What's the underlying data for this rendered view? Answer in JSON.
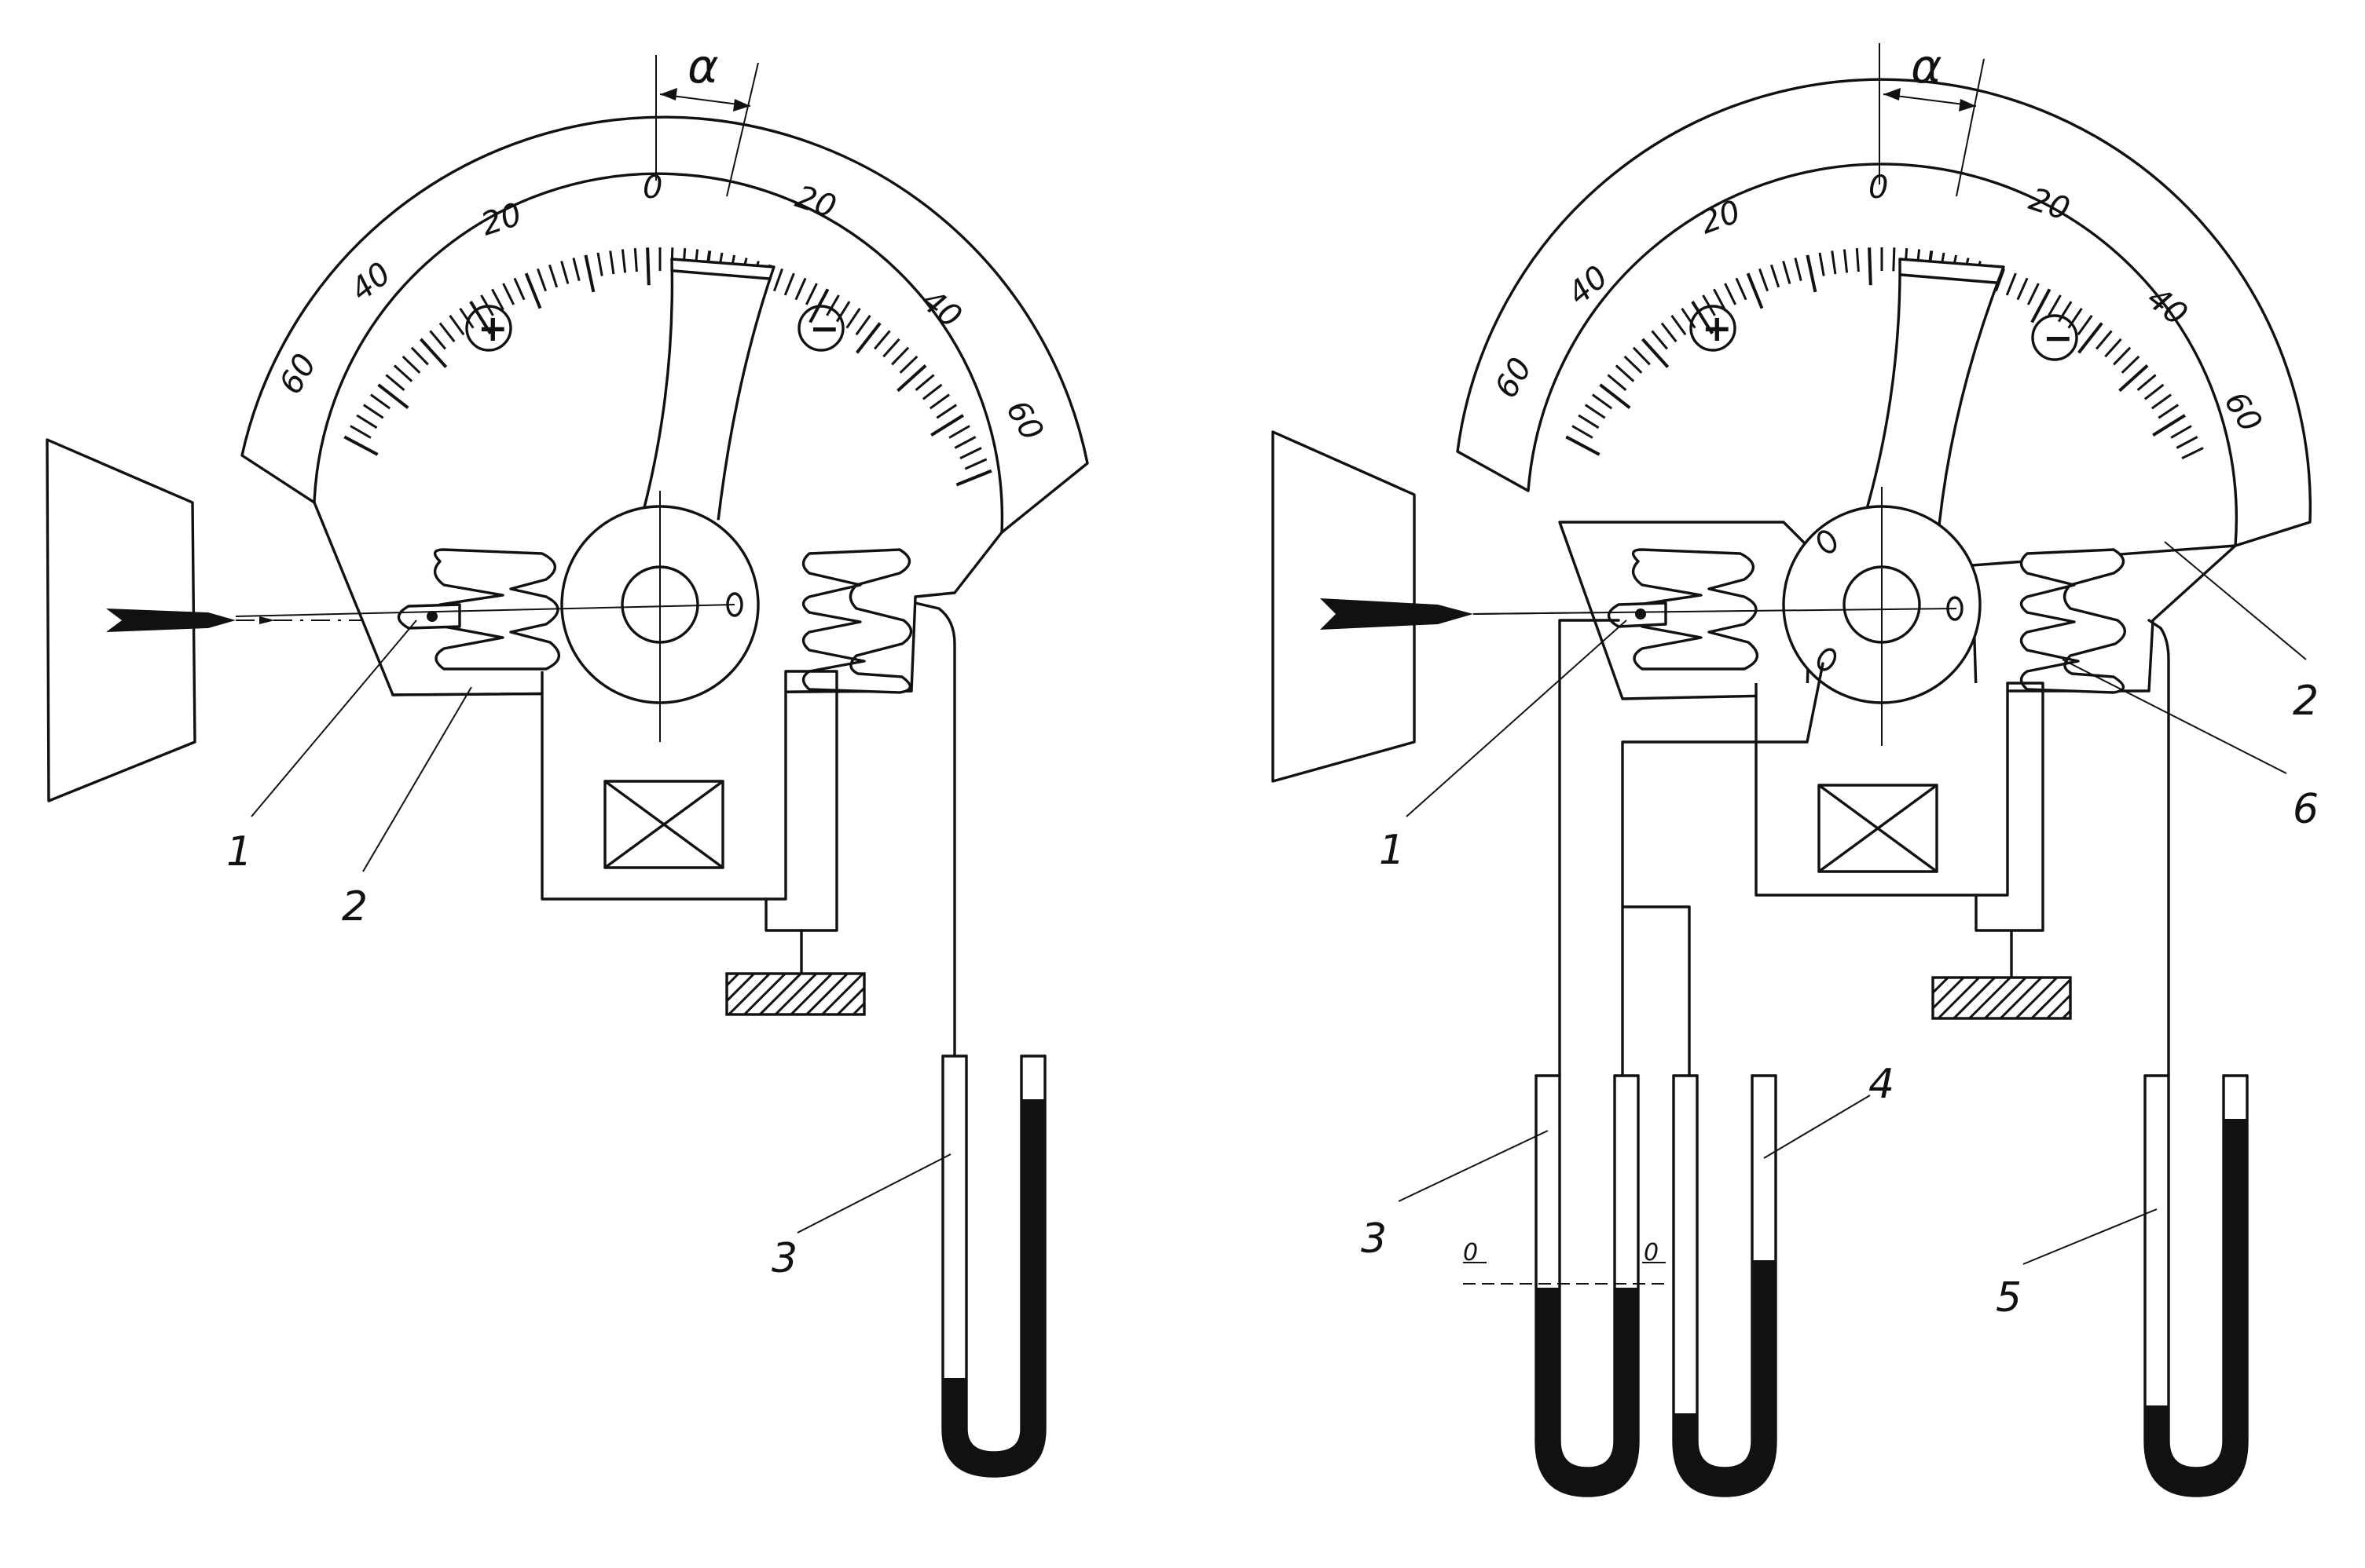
{
  "colors": {
    "ink": "#111111",
    "paper": "#ffffff"
  },
  "figures": [
    {
      "id": "left",
      "alpha_label": "α",
      "plus_sign": "+",
      "minus_sign": "−",
      "scale_labels": [
        "60",
        "40",
        "20",
        "0",
        "20",
        "40",
        "60"
      ],
      "labels": {
        "probe": "1",
        "body": "2",
        "manometer": "3"
      }
    },
    {
      "id": "right",
      "alpha_label": "α",
      "plus_sign": "+",
      "minus_sign": "−",
      "scale_labels": [
        "60",
        "40",
        "20",
        "0",
        "20",
        "40",
        "60"
      ],
      "labels": {
        "probe": "1",
        "body": "2",
        "manometer_left": "3",
        "manometer_middle": "4",
        "manometer_right": "5",
        "slot": "6",
        "zero_left": "0",
        "zero_right": "0"
      }
    }
  ]
}
